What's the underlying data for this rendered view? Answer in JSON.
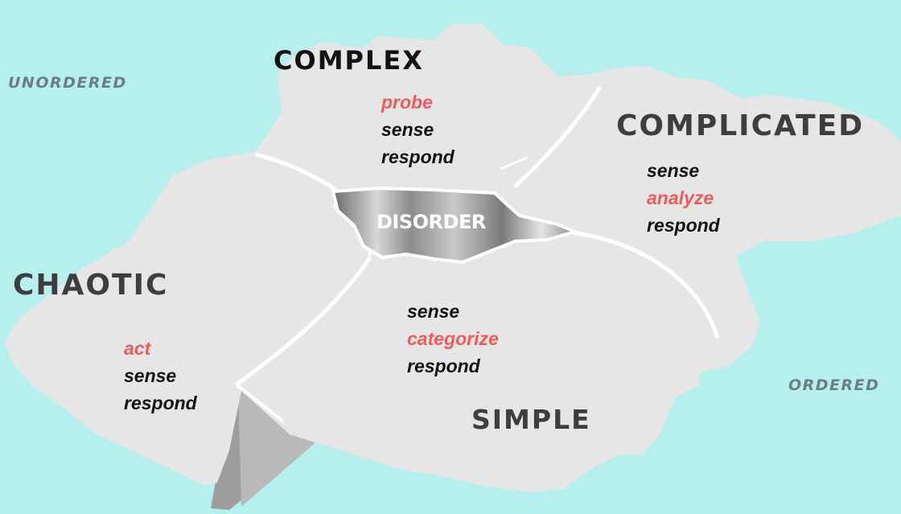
{
  "axis_labels": {
    "unordered": "UNORDERED",
    "ordered": "ORDERED"
  },
  "domains": {
    "complex": {
      "title": "COMPLEX",
      "steps": [
        "probe",
        "sense",
        "respond"
      ],
      "highlight": 0
    },
    "complicated": {
      "title": "COMPLICATED",
      "steps": [
        "sense",
        "analyze",
        "respond"
      ],
      "highlight": 1
    },
    "chaotic": {
      "title": "CHAOTIC",
      "steps": [
        "act",
        "sense",
        "respond"
      ],
      "highlight": 0
    },
    "simple": {
      "title": "SIMPLE",
      "steps": [
        "sense",
        "categorize",
        "respond"
      ],
      "highlight": 1
    }
  },
  "center": {
    "title": "DISORDER"
  },
  "colors": {
    "background": "#b5f0ee",
    "land": "#e6e6e6",
    "highlight": "#f05a5a",
    "text": "#111111",
    "heading": "#3e3e40"
  }
}
